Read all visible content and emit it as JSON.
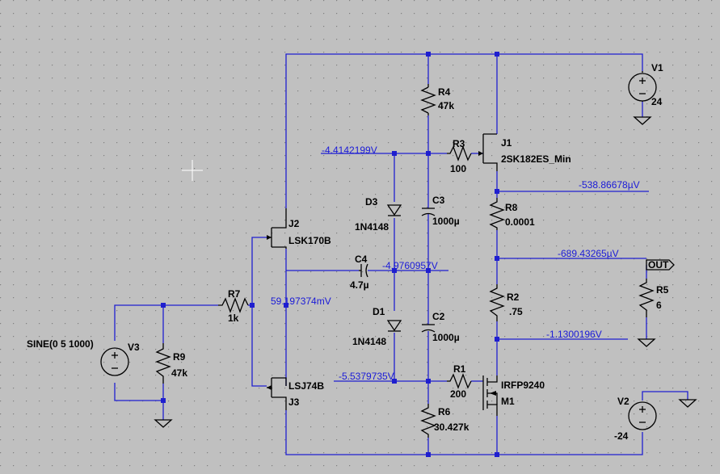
{
  "components": {
    "v1": {
      "ref": "V1",
      "value": "24"
    },
    "v2": {
      "ref": "V2",
      "value": "-24"
    },
    "v3": {
      "ref": "V3",
      "value": "SINE(0 5 1000)"
    },
    "r1": {
      "ref": "R1",
      "value": "200"
    },
    "r2": {
      "ref": "R2",
      "value": ".75"
    },
    "r3": {
      "ref": "R3",
      "value": "100"
    },
    "r4": {
      "ref": "R4",
      "value": "47k"
    },
    "r5": {
      "ref": "R5",
      "value": "6"
    },
    "r6": {
      "ref": "R6",
      "value": "30.427k"
    },
    "r7": {
      "ref": "R7",
      "value": "1k"
    },
    "r8": {
      "ref": "R8",
      "value": "0.0001"
    },
    "r9": {
      "ref": "R9",
      "value": "47k"
    },
    "c2": {
      "ref": "C2",
      "value": "1000µ"
    },
    "c3": {
      "ref": "C3",
      "value": "1000µ"
    },
    "c4": {
      "ref": "C4",
      "value": "4.7µ"
    },
    "d1": {
      "ref": "D1",
      "value": "1N4148"
    },
    "d3": {
      "ref": "D3",
      "value": "1N4148"
    },
    "j1": {
      "ref": "J1",
      "value": "2SK182ES_Min"
    },
    "j2": {
      "ref": "J2",
      "value": "LSK170B"
    },
    "j3": {
      "ref": "J3",
      "value": "LSJ74B"
    },
    "m1": {
      "ref": "M1",
      "value": "IRFP9240"
    }
  },
  "node_voltages": {
    "n_d3_top": "-4.4142199V",
    "n_mid": "-4.9760957V",
    "n_j1_source": "-538.86678µV",
    "n_out": "-689.43265µV",
    "n_m1_source": "-1.1300196V",
    "n_d1_bottom": "-5.5379735V",
    "n_input": "59.197374mV"
  },
  "out_label": "OUT",
  "colors": {
    "background": "#c0c0c0",
    "wire": "#1f1fcf",
    "symbol": "#000000",
    "label": "#1a1ad8"
  }
}
